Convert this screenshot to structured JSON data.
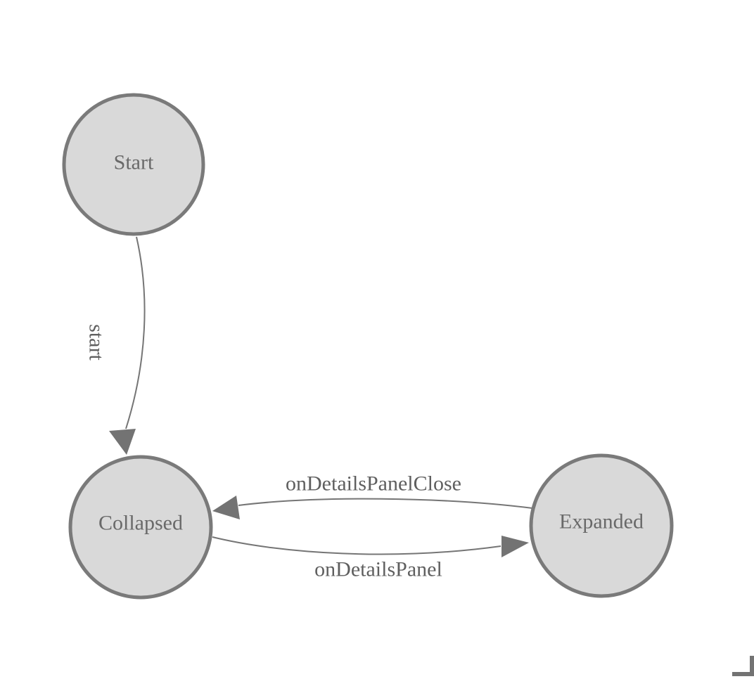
{
  "diagram": {
    "type": "state-machine",
    "nodes": [
      {
        "id": "start",
        "label": "Start"
      },
      {
        "id": "collapsed",
        "label": "Collapsed"
      },
      {
        "id": "expanded",
        "label": "Expanded"
      }
    ],
    "edges": [
      {
        "from": "start",
        "to": "collapsed",
        "label": "start"
      },
      {
        "from": "expanded",
        "to": "collapsed",
        "label": "onDetailsPanelClose"
      },
      {
        "from": "collapsed",
        "to": "expanded",
        "label": "onDetailsPanel"
      }
    ],
    "colors": {
      "background": "#ffffff",
      "node_fill": "#d9d9d9",
      "node_border": "#7a7a7a",
      "node_text": "#696969",
      "edge_line": "#757575",
      "arrowhead": "#737373",
      "edge_label_text": "#5f5f5f",
      "corner_mark": "#737373"
    }
  }
}
